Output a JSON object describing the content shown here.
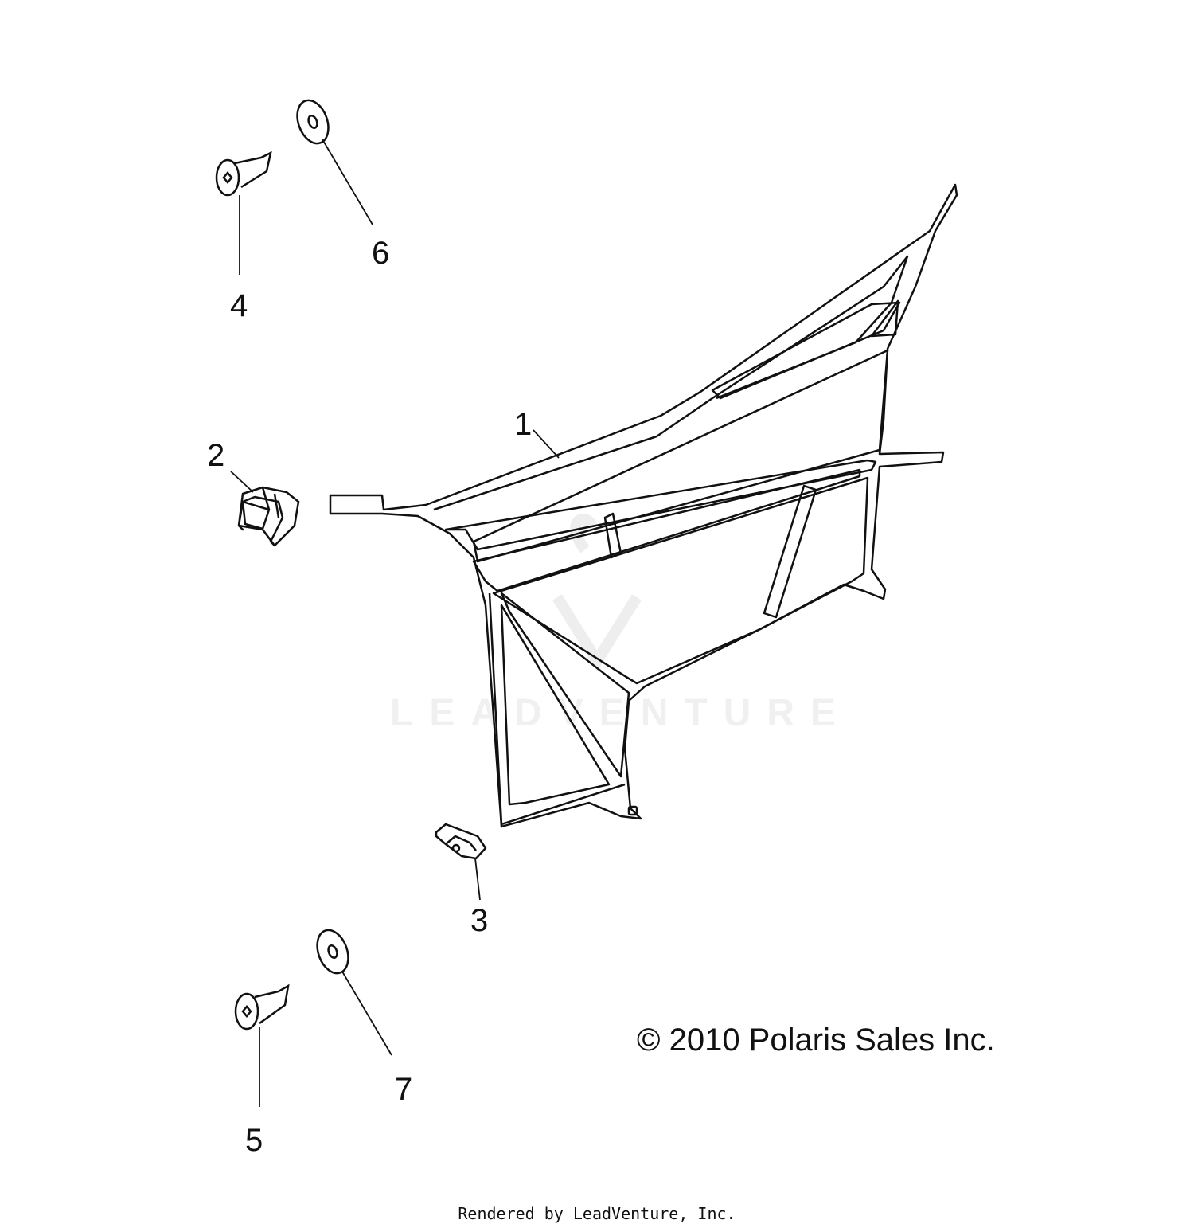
{
  "diagram": {
    "callouts": [
      {
        "id": "1",
        "label": "1"
      },
      {
        "id": "2",
        "label": "2"
      },
      {
        "id": "3",
        "label": "3"
      },
      {
        "id": "4",
        "label": "4"
      },
      {
        "id": "5",
        "label": "5"
      },
      {
        "id": "6",
        "label": "6"
      },
      {
        "id": "7",
        "label": "7"
      }
    ],
    "copyright": "© 2010 Polaris Sales Inc.",
    "watermark": "LEADVENTURE",
    "footer": "Rendered by LeadVenture, Inc."
  },
  "colors": {
    "line": "#111111",
    "watermark": "#eeeeee"
  }
}
